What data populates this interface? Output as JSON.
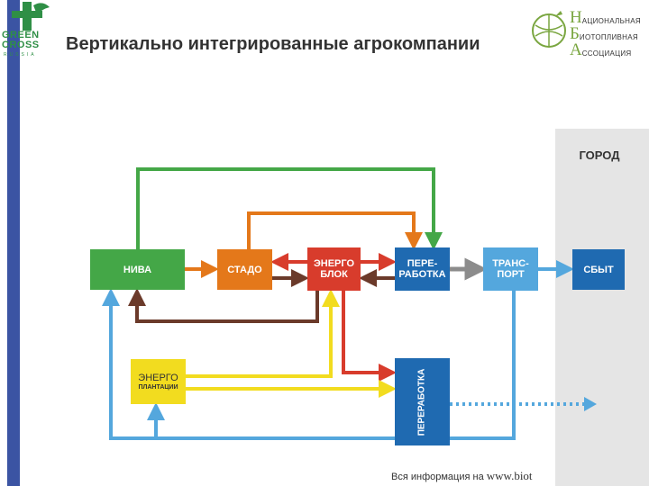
{
  "header": {
    "title": "Вертикально интегрированные агрокомпании"
  },
  "logo_green_cross": {
    "line1": "GREEN",
    "line2": "CROSS",
    "line3": "RUSSIA"
  },
  "logo_nba": {
    "rows": [
      {
        "big": "Н",
        "small": "АЦИОНАЛЬНАЯ"
      },
      {
        "big": "Б",
        "small": "ИОТОПЛИВНАЯ"
      },
      {
        "big": "А",
        "small": "ССОЦИАЦИЯ"
      }
    ]
  },
  "diagram": {
    "city_label": "ГОРОД",
    "boxes": {
      "niva": "НИВА",
      "stado": "СТАДО",
      "energoblok": "ЭНЕРГО\nБЛОК",
      "pererabotka": "ПЕРЕ-\nРАБОТКА",
      "transport": "ТРАНС-\nПОРТ",
      "sbyt": "СБЫТ",
      "energoplant_1": "ЭНЕРГО",
      "energoplant_2": "ПЛАНТАЦИИ",
      "pererabotka_vertical": "ПЕРЕРАБОТКА"
    },
    "colors": {
      "green": "#44a747",
      "orange": "#e4781a",
      "red": "#d83c2c",
      "brown": "#6b3a2a",
      "yellow": "#f2dc1f",
      "light_blue": "#54a7dd",
      "dark_blue": "#1f6ab1",
      "grey": "#8c8c8c",
      "city_panel": "#e5e5e5"
    }
  },
  "footer": {
    "prefix": "Вся информация на",
    "url": "www.biot"
  }
}
